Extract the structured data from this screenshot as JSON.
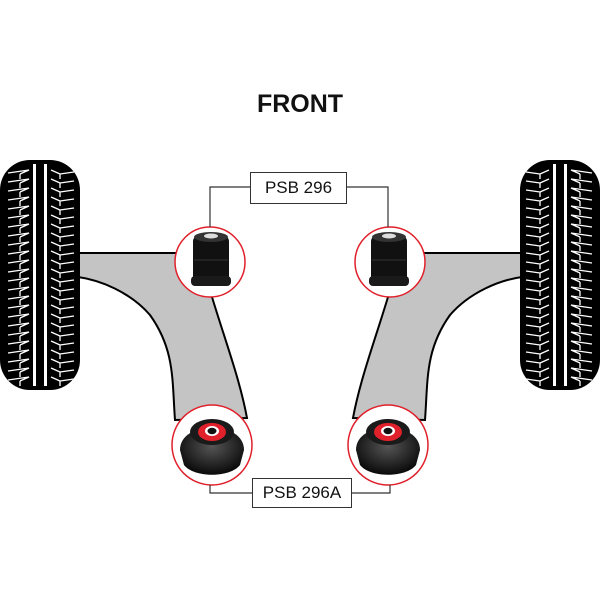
{
  "title": "FRONT",
  "labels": {
    "upper_bush": "PSB 296",
    "lower_bush": "PSB 296A"
  },
  "colors": {
    "arm": "#c4c4c4",
    "highlight_ring": "#e0202a",
    "bush_insert": "#e0202a",
    "tyre": "#000000"
  }
}
